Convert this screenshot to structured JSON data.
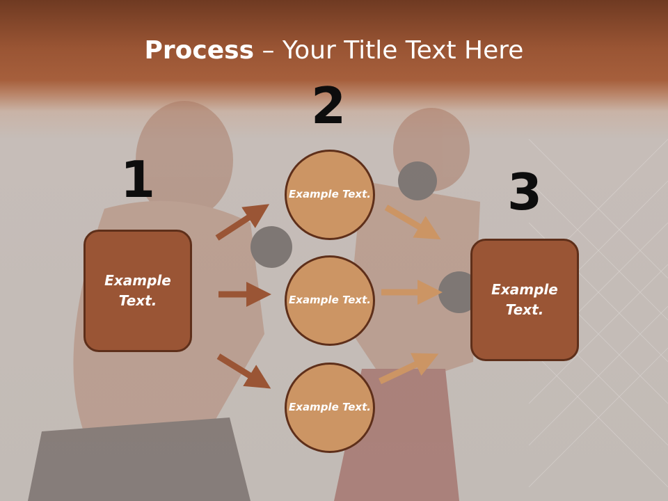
{
  "title": {
    "bold": "Process",
    "rest": " – Your Title Text Here"
  },
  "steps": {
    "one": "1",
    "two": "2",
    "three": "3"
  },
  "left_box": "Example Text.",
  "right_box": "Example Text.",
  "circles": [
    "Example Text.",
    "Example Text.",
    "Example Text."
  ],
  "colors": {
    "header": "#a65f3c",
    "box": "#9a5535",
    "circle": "#cc9564",
    "outline": "#5e2f1a",
    "arrow_dark": "#9a5535",
    "arrow_light": "#cc9564"
  }
}
